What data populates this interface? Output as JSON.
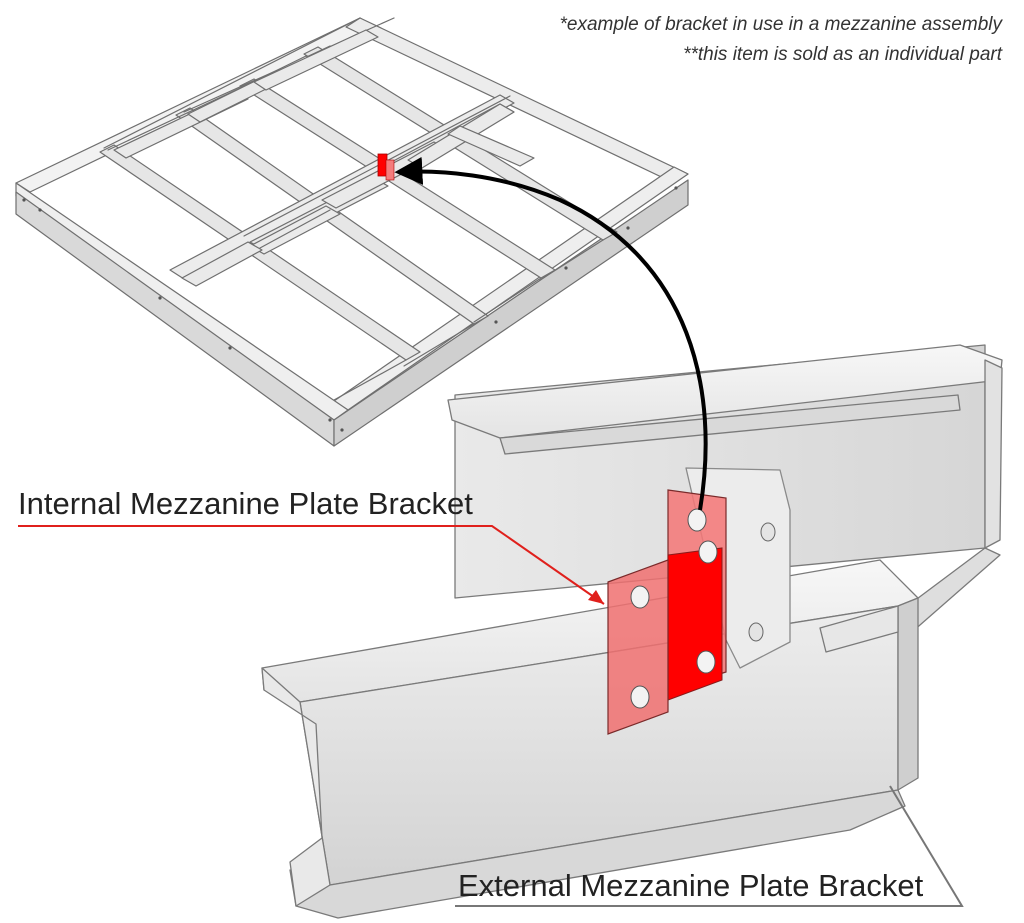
{
  "notes": {
    "example": "*example of bracket in use in a mezzanine assembly",
    "sold": "**this item is sold as an individual part"
  },
  "labels": {
    "internal": "Internal Mezzanine Plate Bracket",
    "external": "External Mezzanine Plate Bracket"
  },
  "colors": {
    "bracket_red": "#ff0000",
    "bracket_translucent": "#f26b6b",
    "leader_red": "#e0201c",
    "leader_gray": "#777777",
    "arrow_black": "#000000",
    "steel_light": "#ececec",
    "steel_mid": "#d2d2d2",
    "steel_edge": "#7a7a7a"
  }
}
